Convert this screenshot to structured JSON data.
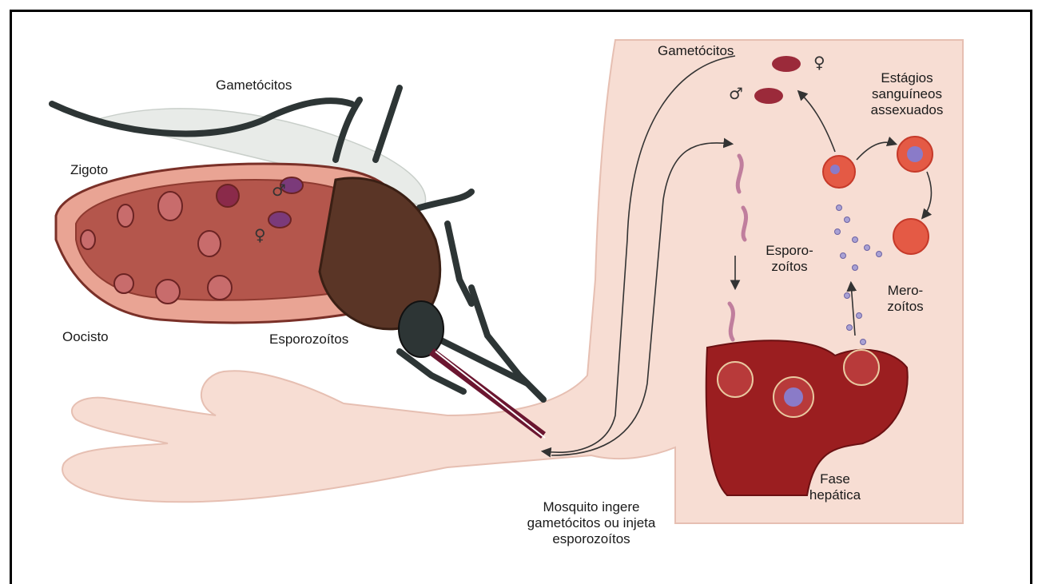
{
  "labels": {
    "gametocitos_mosquito": "Gametócitos",
    "zigoto": "Zigoto",
    "oocisto": "Oocisto",
    "esporozoitos_mosquito": "Esporozoítos",
    "gametocitos_human": "Gametócitos",
    "estagios": "Estágios\nsanguíneos\nassexuados",
    "esporozoitos_human": "Esporo-\nzoítos",
    "merozoitos": "Mero-\nzoítos",
    "fase_hepatica": "Fase\nhepática",
    "mosquito_caption": "Mosquito ingere\ngametócitos ou injeta\nesporozoítos"
  },
  "symbols": {
    "male": "♂",
    "female": "♀"
  },
  "colors": {
    "skin": "#f7ddd3",
    "skin_edge": "#e6bfb2",
    "gut": "#b4564c",
    "gut_dark": "#7a3028",
    "mosquito_body": "#5a3526",
    "liver": "#9b1e20",
    "rbc": "#e45a45",
    "parasite": "#8a7bc8"
  }
}
